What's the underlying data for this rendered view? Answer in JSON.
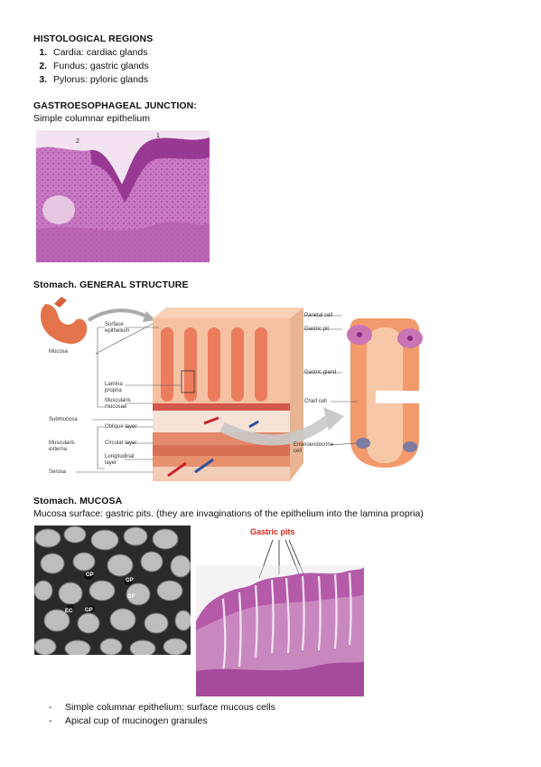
{
  "section1": {
    "title": "HISTOLOGICAL REGIONS",
    "items": [
      "Cardia: cardiac glands",
      "Fundus: gastric glands",
      "Pylorus: pyloric glands"
    ]
  },
  "section2": {
    "title": "GASTROESOPHAGEAL JUNCTION:",
    "subtitle": "Simple columnar epithelium",
    "image_labels": [
      "2",
      "1"
    ]
  },
  "section3": {
    "title": "Stomach. GENERAL STRUCTURE",
    "labels": {
      "mucosa": "Mucosa",
      "surface_epithelium": "Surface epithelium",
      "lamina_propria": "Lamina propria",
      "muscularis_mucosae": "Muscularis mucosae",
      "submucosa": "Submucosa",
      "oblique_layer": "Oblique layer",
      "circular_layer": "Circular layer",
      "longitudinal_layer": "Longitudinal layer",
      "muscularis_externa": "Muscularis externa",
      "serosa": "Serosa",
      "parietal_cell": "Parietal cell",
      "gastric_pit": "Gastric pit",
      "gastric_gland": "Gastric gland",
      "chief_cell": "Chief cell",
      "enteroendocrine_cell": "Enteroendocrine cell"
    }
  },
  "section4": {
    "title": "Stomach. MUCOSA",
    "subtitle": "Mucosa surface: gastric pits. (they are invaginations of the epithelium into the lamina propria)",
    "sem_labels": [
      "GP",
      "GP",
      "GP",
      "EC",
      "GP"
    ],
    "gastric_pits_label": "Gastric pits",
    "bullets": [
      "Simple columnar epithelium: surface mucous cells",
      "Apical cup of mucinogen granules"
    ]
  },
  "colors": {
    "accent_red": "#d9261c",
    "histology_purple": "#a0469c",
    "muscle_orange": "#e7875a"
  }
}
